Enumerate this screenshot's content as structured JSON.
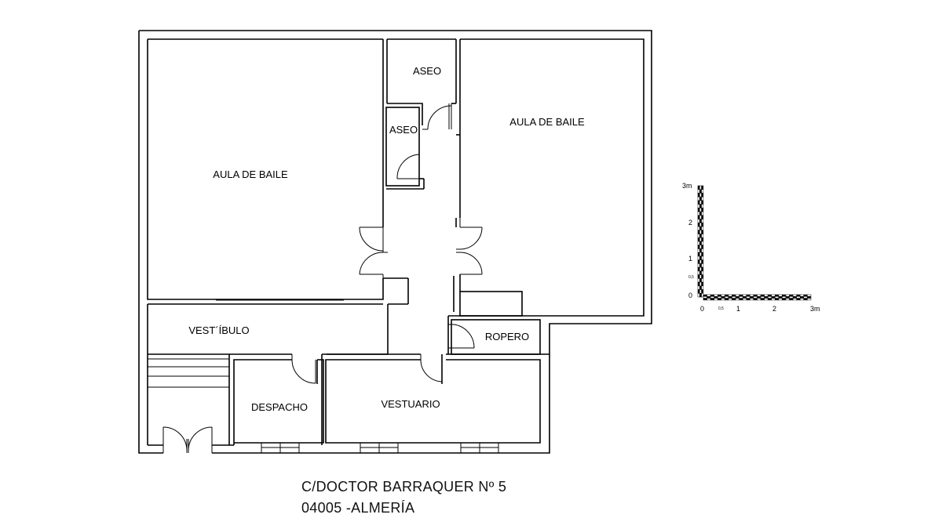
{
  "rooms": {
    "aula_left": "AULA DE BAILE",
    "aula_right": "AULA DE BAILE",
    "aseo_top": "ASEO",
    "aseo_small": "ASEO",
    "vestibulo": "VEST´ÍBULO",
    "ropero": "ROPERO",
    "despacho": "DESPACHO",
    "vestuario": "VESTUARIO"
  },
  "scale_bar": {
    "vertical_ticks": [
      "3m",
      "2",
      "1",
      "0,5",
      "0"
    ],
    "horizontal_ticks": [
      "0",
      "0,5",
      "1",
      "2",
      "3m"
    ]
  },
  "address": {
    "line1": "C/DOCTOR BARRAQUER Nº 5",
    "line2": "04005 -ALMERÍA"
  }
}
